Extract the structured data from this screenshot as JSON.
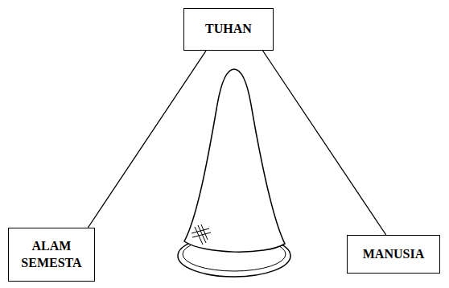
{
  "diagram": {
    "nodes": [
      {
        "text": [
          "TUHAN"
        ]
      },
      {
        "text": [
          "ALAM SEMESTA"
        ]
      },
      {
        "text": [
          "MANUSIA"
        ]
      }
    ],
    "edges": [
      {
        "from": 0,
        "to": 1,
        "arrow": "none"
      },
      {
        "from": 0,
        "to": 2,
        "arrow": "none"
      }
    ]
  }
}
